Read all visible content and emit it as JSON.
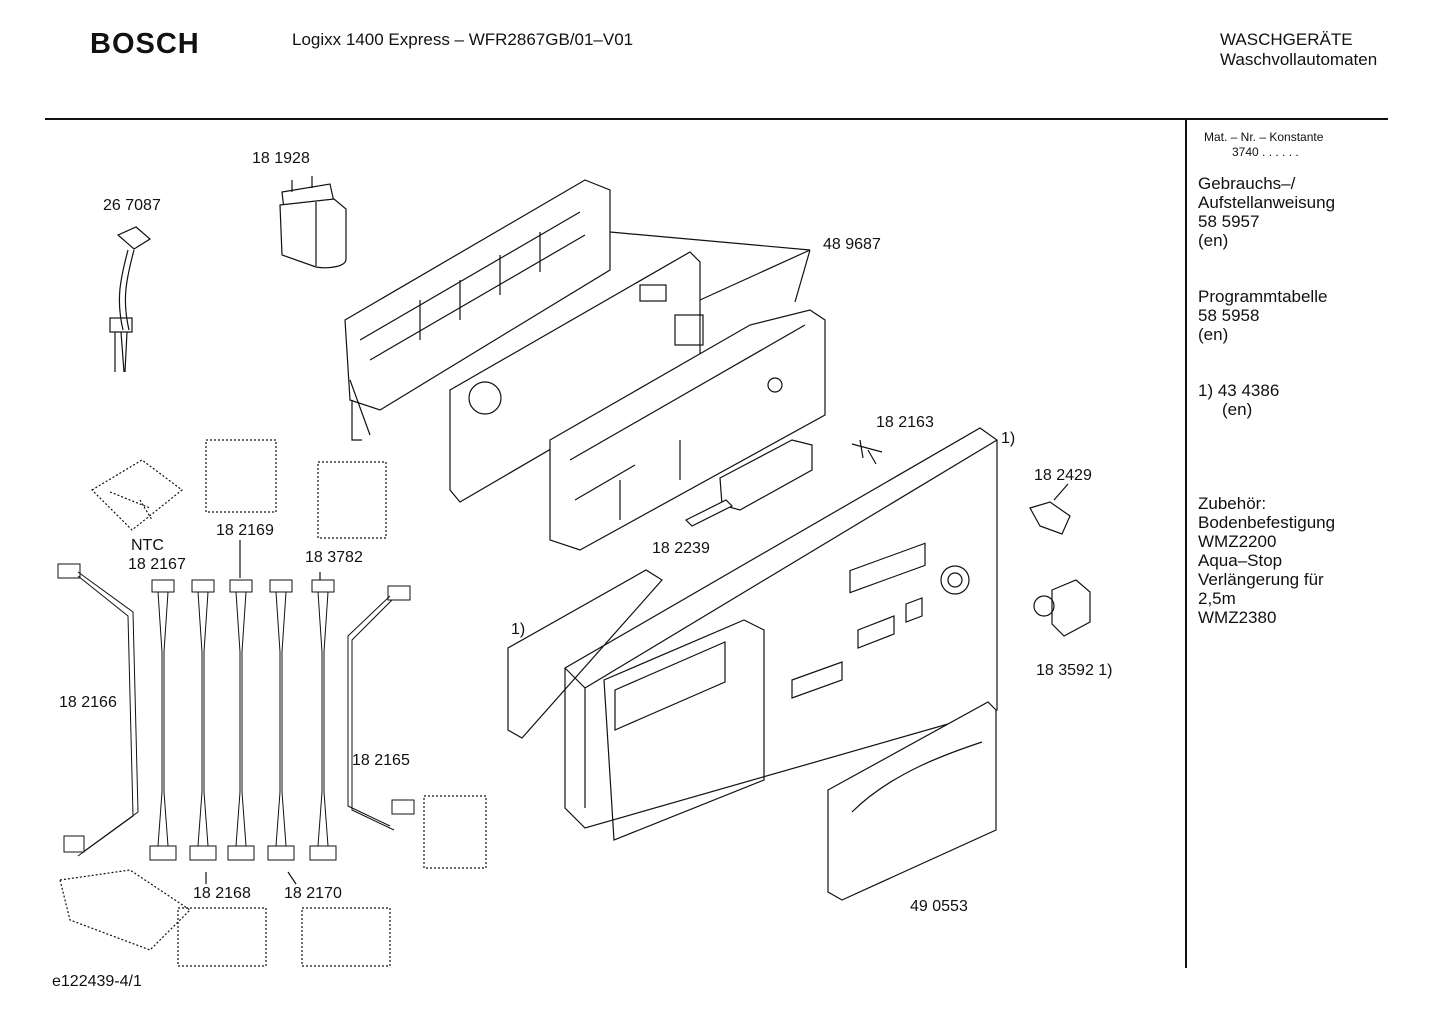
{
  "header": {
    "brand": "BOSCH",
    "model": "Logixx 1400 Express – WFR2867GB/01–V01",
    "category_1": "WASCHGERÄTE",
    "category_2": "Waschvollautomaten"
  },
  "sidebar": {
    "mat_title": "Mat. – Nr. – Konstante",
    "mat_value": "3740 . .   . . . .",
    "manual_1": "Gebrauchs–/",
    "manual_2": "Aufstellanweisung",
    "manual_num": "58 5957",
    "manual_lang": "(en)",
    "table_title": "Programmtabelle",
    "table_num": "58 5958",
    "table_lang": "(en)",
    "note_ref": "1)  43 4386",
    "note_lang": "(en)",
    "acc_1": "Zubehör:",
    "acc_2": "Bodenbefestigung",
    "acc_3": "WMZ2200",
    "acc_4": "Aqua–Stop",
    "acc_5": "Verlängerung für",
    "acc_6": "2,5m",
    "acc_7": "WMZ2380"
  },
  "parts": {
    "p181928": "18 1928",
    "p267087": "26 7087",
    "p489687": "48 9687",
    "p182163": "18 2163",
    "p182429": "18 2429",
    "p182239": "18 2239",
    "p182169": "18 2169",
    "p183782": "18 3782",
    "ntc": "NTC",
    "p182167": "18 2167",
    "p182166": "18 2166",
    "p182165": "18 2165",
    "p182168": "18 2168",
    "p182170": "18 2170",
    "p490553": "49 0553",
    "p183592": "18 3592 1)",
    "note_a": "1)",
    "note_b": "1)"
  },
  "footer": {
    "code": "e122439-4/1"
  }
}
